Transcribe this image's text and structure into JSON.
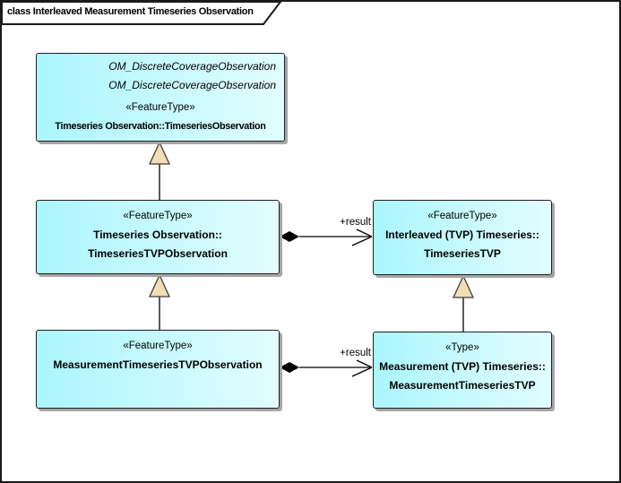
{
  "diagram": {
    "frame_title": "class Interleaved Measurement Timeseries Observation",
    "diagram_type": "UML class diagram",
    "colors": {
      "background": "#ffffff",
      "frame_border": "#1a1a1a",
      "box_fill_left": "#aaf6fd",
      "box_fill_right": "#e2fdff",
      "box_border": "#1f1f1f",
      "box_shadow": "#a6a6a6",
      "generalization_arrow_fill": "#f2ddb5",
      "generalization_arrow_stroke": "#3d3d3d",
      "connector": "#000000"
    }
  },
  "classes": [
    {
      "id": "timeseries-observation",
      "parent_italic_lines": [
        "OM_DiscreteCoverageObservation",
        "OM_DiscreteCoverageObservation"
      ],
      "stereotype": "«FeatureType»",
      "name_lines": [
        "Timeseries Observation::TimeseriesObservation"
      ]
    },
    {
      "id": "timeseries-tvp-observation",
      "stereotype": "«FeatureType»",
      "name_lines": [
        "Timeseries Observation::",
        "TimeseriesTVPObservation"
      ]
    },
    {
      "id": "timeseries-tvp",
      "stereotype": "«FeatureType»",
      "name_lines": [
        "Interleaved (TVP) Timeseries::",
        "TimeseriesTVP"
      ]
    },
    {
      "id": "measurement-timeseries-tvp-observation",
      "stereotype": "«FeatureType»",
      "name_lines": [
        "MeasurementTimeseriesTVPObservation"
      ]
    },
    {
      "id": "measurement-timeseries-tvp",
      "stereotype": "«Type»",
      "name_lines": [
        "Measurement (TVP) Timeseries::",
        "MeasurementTimeseriesTVP"
      ]
    }
  ],
  "edges": [
    {
      "type": "generalization",
      "from": "TimeseriesTVPObservation",
      "to": "TimeseriesObservation"
    },
    {
      "type": "generalization",
      "from": "MeasurementTimeseriesTVPObservation",
      "to": "TimeseriesTVPObservation"
    },
    {
      "type": "generalization",
      "from": "MeasurementTimeseriesTVP",
      "to": "TimeseriesTVP"
    },
    {
      "type": "composition",
      "from": "TimeseriesTVPObservation",
      "to": "TimeseriesTVP",
      "label": "+result"
    },
    {
      "type": "composition",
      "from": "MeasurementTimeseriesTVPObservation",
      "to": "MeasurementTimeseriesTVP",
      "label": "+result"
    }
  ]
}
